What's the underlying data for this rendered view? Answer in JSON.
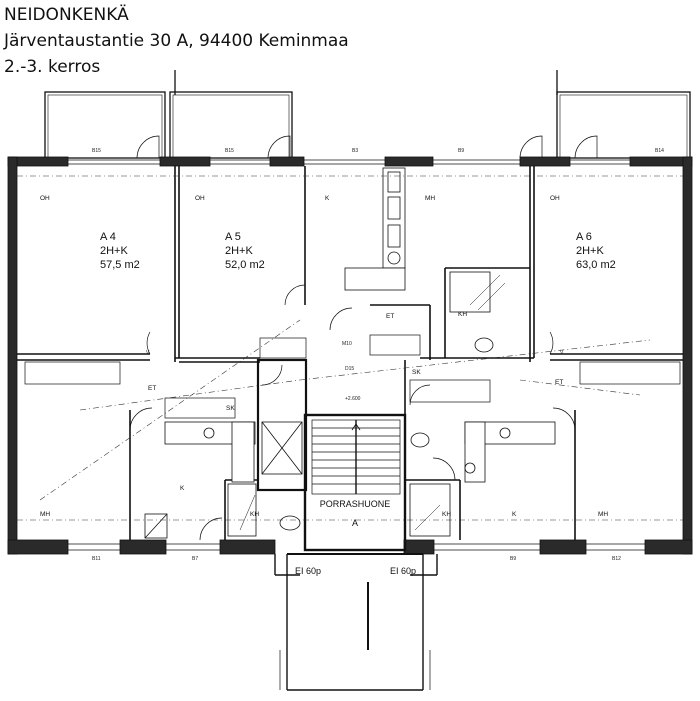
{
  "header": {
    "title": "NEIDONKENKÄ",
    "address": "Järventaustantie 30 A, 94400 Keminmaa",
    "floors": "2.-3. kerros"
  },
  "apartments": {
    "a4": {
      "name": "A 4",
      "type": "2H+K",
      "area": "57,5 m2"
    },
    "a5": {
      "name": "A 5",
      "type": "2H+K",
      "area": "52,0 m2"
    },
    "a6": {
      "name": "A 6",
      "type": "2H+K",
      "area": "63,0 m2"
    }
  },
  "rooms": {
    "oh_a4": "OH",
    "oh_a5": "OH",
    "k_a5": "K",
    "mh_a5": "MH",
    "oh_a6": "OH",
    "et_a4": "ET",
    "et_a5": "ET",
    "et_a6": "ET",
    "sk_a4": "SK",
    "sk_a5": "SK",
    "mh_a4": "MH",
    "k_a4": "K",
    "kh_a4": "KH",
    "kh_a5": "KH",
    "kh_a6": "KH",
    "k_a6": "K",
    "mh_a6": "MH"
  },
  "stair": {
    "name": "PORRASHUONE",
    "letter": "A"
  },
  "fire_doors": {
    "left": "EI 60p",
    "right": "EI 60p"
  }
}
